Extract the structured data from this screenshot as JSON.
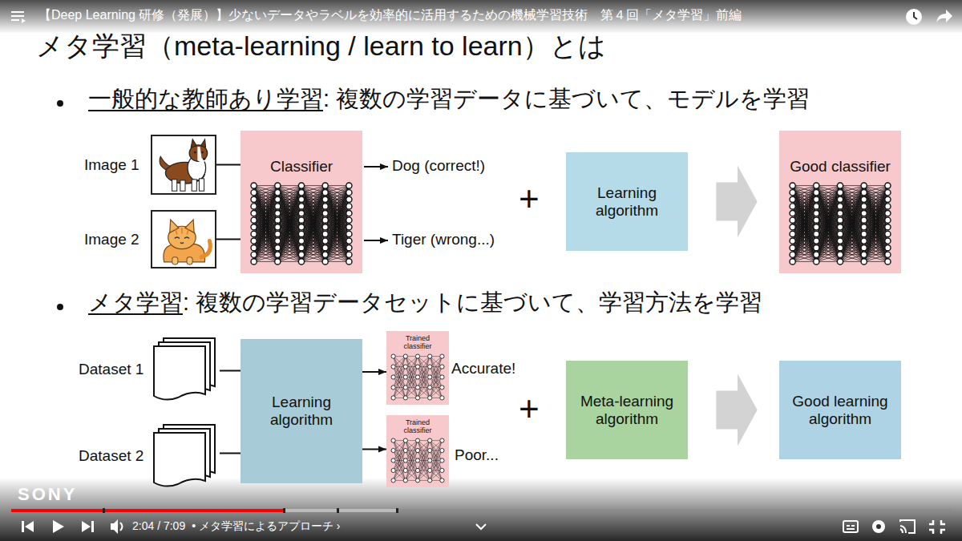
{
  "diagram": {
    "title": "メタ学習（meta-learning / learn to learn）とは",
    "nodes": [
      {
        "text": [
          "Image 1"
        ]
      },
      {
        "text": [
          "Image 2"
        ]
      },
      {
        "text": [
          "Classifier"
        ]
      },
      {
        "text": [
          "Learning algorithm"
        ]
      },
      {
        "text": [
          "Good classifier"
        ]
      },
      {
        "text": [
          "Dataset 1"
        ]
      },
      {
        "text": [
          "Dataset 2"
        ]
      },
      {
        "text": [
          "Learning algorithm"
        ]
      },
      {
        "text": [
          "Trained classifier"
        ]
      },
      {
        "text": [
          "Trained classifier"
        ]
      },
      {
        "text": [
          "Meta-learning algorithm"
        ]
      },
      {
        "text": [
          "Good learning algorithm"
        ]
      }
    ],
    "edges": [
      {
        "from": 0,
        "to": 2,
        "arrow": "none"
      },
      {
        "from": 1,
        "to": 2,
        "arrow": "none"
      },
      {
        "from": 3,
        "to": 4,
        "arrow": "to"
      },
      {
        "from": 5,
        "to": 7,
        "arrow": "none"
      },
      {
        "from": 6,
        "to": 7,
        "arrow": "none"
      },
      {
        "from": 7,
        "to": 8,
        "arrow": "to"
      },
      {
        "from": 7,
        "to": 9,
        "arrow": "to"
      },
      {
        "from": 10,
        "to": 11,
        "arrow": "to"
      }
    ],
    "labels": [
      "【Deep Learning 研修（発展）】少ないデータやラベルを効率的に活用するための機械学習技術　第４回「メタ学習」前編",
      "一般的な教師あり学習",
      ": 複数の学習データに基づいて、モデルを学習",
      "Dog (correct!)",
      "Tiger (wrong...)",
      "+",
      "メタ学習",
      ": 複数の学習データセットに基づいて、学習方法を学習",
      "Accurate!",
      "Poor...",
      "+",
      "SONY",
      "2:04 / 7:09",
      "• メタ学習によるアプローチ ›"
    ]
  }
}
